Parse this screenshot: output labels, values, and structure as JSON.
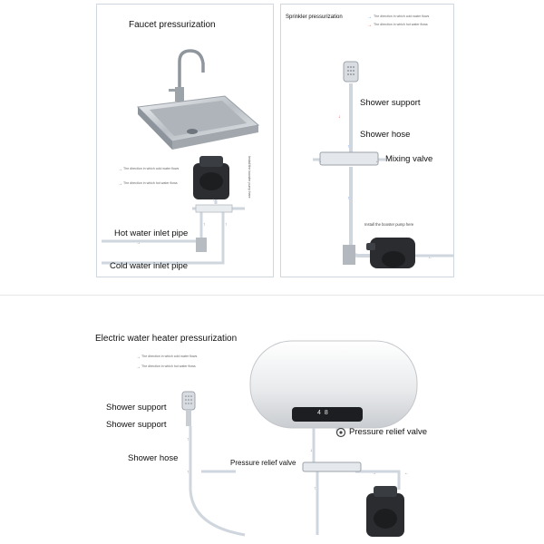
{
  "faucet": {
    "title": "Faucet pressurization",
    "legend_cold": "The direction in which cold water flows",
    "legend_hot": "The direction in which hot water flows",
    "install_note": "Install the booster pump here",
    "hot_inlet": "Hot water inlet pipe",
    "cold_inlet": "Cold water inlet pipe"
  },
  "sprinkler": {
    "title": "Sprinkler pressurization",
    "legend_cold": "The direction in which cold water flows",
    "legend_hot": "The direction in which hot water flows",
    "shower_support": "Shower support",
    "shower_hose": "Shower hose",
    "mixing_valve": "Mixing valve",
    "install_note": "Install the booster pump here"
  },
  "heater": {
    "title": "Electric water heater pressurization",
    "legend_cold": "The direction in which cold water flows",
    "legend_hot": "The direction in which hot water flows",
    "shower_support_1": "Shower support",
    "shower_support_2": "Shower support",
    "shower_hose": "Shower hose",
    "pressure_relief_right": "Pressure relief valve",
    "pressure_relief_left": "Pressure relief valve",
    "display": "4 8"
  },
  "colors": {
    "cold_arrow": "#3a7fd6",
    "hot_arrow": "#d63a3a",
    "pipe": "#cfd6dd",
    "border": "#cfd8e0"
  }
}
